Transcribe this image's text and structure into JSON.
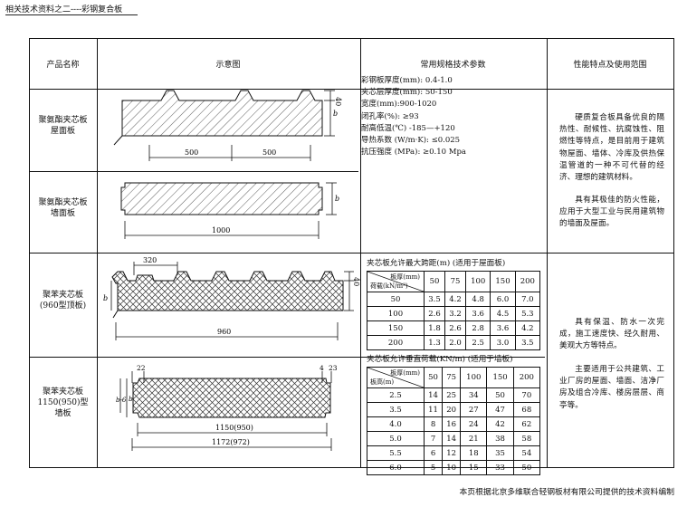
{
  "header": {
    "title": "相关技术资料之二----彩钢复合板"
  },
  "columns": {
    "product": "产品名称",
    "diagram": "示意图",
    "spec": "常用规格技术参数",
    "feature": "性能特点及使用范围"
  },
  "rows": [
    {
      "name_lines": [
        "聚氨酯夹芯板",
        "屋面板"
      ],
      "dims": [
        "40",
        "b",
        "500",
        "500"
      ]
    },
    {
      "name_lines": [
        "聚氨酯夹芯板",
        "墙面板"
      ],
      "dims": [
        "b",
        "1000"
      ]
    },
    {
      "name_lines": [
        "聚苯夹芯板",
        "(960型顶板)"
      ],
      "dims": [
        "320",
        "40",
        "b",
        "960"
      ]
    },
    {
      "name_lines": [
        "聚苯夹芯板",
        "1150(950)型",
        "墙板"
      ],
      "dims": [
        "22",
        "4",
        "23",
        "b",
        "b-6",
        "1150(950)",
        "1172(972)"
      ]
    }
  ],
  "pu_specs": [
    "彩钢板厚度(mm): 0.4-1.0",
    "夹芯层厚度(mm): 50-150",
    "宽度(mm):900-1020",
    "闭孔率(%): ≥93",
    "耐高低温(℃) -185—+120",
    "导热系数 (W/m·K): ≤0.025",
    "抗压强度 (MPa): ≥0.10 Mpa"
  ],
  "pu_features": "硬质复合板具备优良的隔热性、耐候性、抗腐蚀性、阻燃性等特点，是目前用于建筑物屋面、墙体、冷库及供热保温管道的一种不可代替的经济、理想的建筑材料。",
  "pu_features2": "具有其极佳的防火性能，应用于大型工业与民用建筑物的墙面及屋面。",
  "span_table": {
    "title": "夹芯板允许最大跨距(m) (适用于屋面板)",
    "corner_top": "板厚(mm)",
    "corner_bottom": "荷载(kN/m²)",
    "headers": [
      "50",
      "75",
      "100",
      "150",
      "200"
    ],
    "rows": [
      [
        "50",
        "3.5",
        "4.2",
        "4.8",
        "6.0",
        "7.0"
      ],
      [
        "100",
        "2.6",
        "3.2",
        "3.6",
        "4.5",
        "5.3"
      ],
      [
        "150",
        "1.8",
        "2.6",
        "2.8",
        "3.6",
        "4.2"
      ],
      [
        "200",
        "1.3",
        "2.0",
        "2.5",
        "3.0",
        "3.5"
      ]
    ]
  },
  "load_table": {
    "title": "夹芯板允许垂直荷载(KN/m) (适用于墙板)",
    "corner_top": "板厚(mm)",
    "corner_bottom": "板高(m)",
    "headers": [
      "50",
      "75",
      "100",
      "150",
      "200"
    ],
    "rows": [
      [
        "2.5",
        "14",
        "25",
        "34",
        "50",
        "70"
      ],
      [
        "3.5",
        "11",
        "20",
        "27",
        "47",
        "68"
      ],
      [
        "4.0",
        "8",
        "16",
        "24",
        "42",
        "62"
      ],
      [
        "5.0",
        "7",
        "14",
        "21",
        "38",
        "58"
      ],
      [
        "5.5",
        "6",
        "12",
        "18",
        "35",
        "54"
      ],
      [
        "6.0",
        "5",
        "10",
        "15",
        "33",
        "50"
      ]
    ]
  },
  "eps_features": "具有保温、防水一次完成，施工速度快、经久耐用、美观大方等特点。",
  "eps_features2": "主要适用于公共建筑、工业厂房的屋面、墙面、洁净厂房及组合冷库、楼房层层、商亭等。",
  "footer": "本页根据北京多维联合轻钢板材有限公司提供的技术资料编制",
  "colors": {
    "ink": "#111111",
    "paper": "#ffffff"
  }
}
